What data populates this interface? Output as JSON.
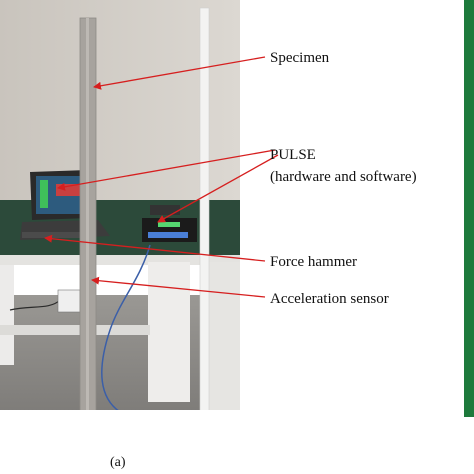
{
  "labels": {
    "specimen": "Specimen",
    "pulse": "PULSE",
    "pulse_sub": "(hardware and software)",
    "force_hammer": "Force hammer",
    "acceleration_sensor": "Acceleration sensor"
  },
  "caption": "(a)",
  "colors": {
    "arrow": "#d61f1f",
    "wall": "#cfcac4",
    "table_top": "#2c4a3a",
    "table_frame": "#ecebea",
    "floor": "#8c8a86",
    "side_panel": "#1e7a3c"
  }
}
